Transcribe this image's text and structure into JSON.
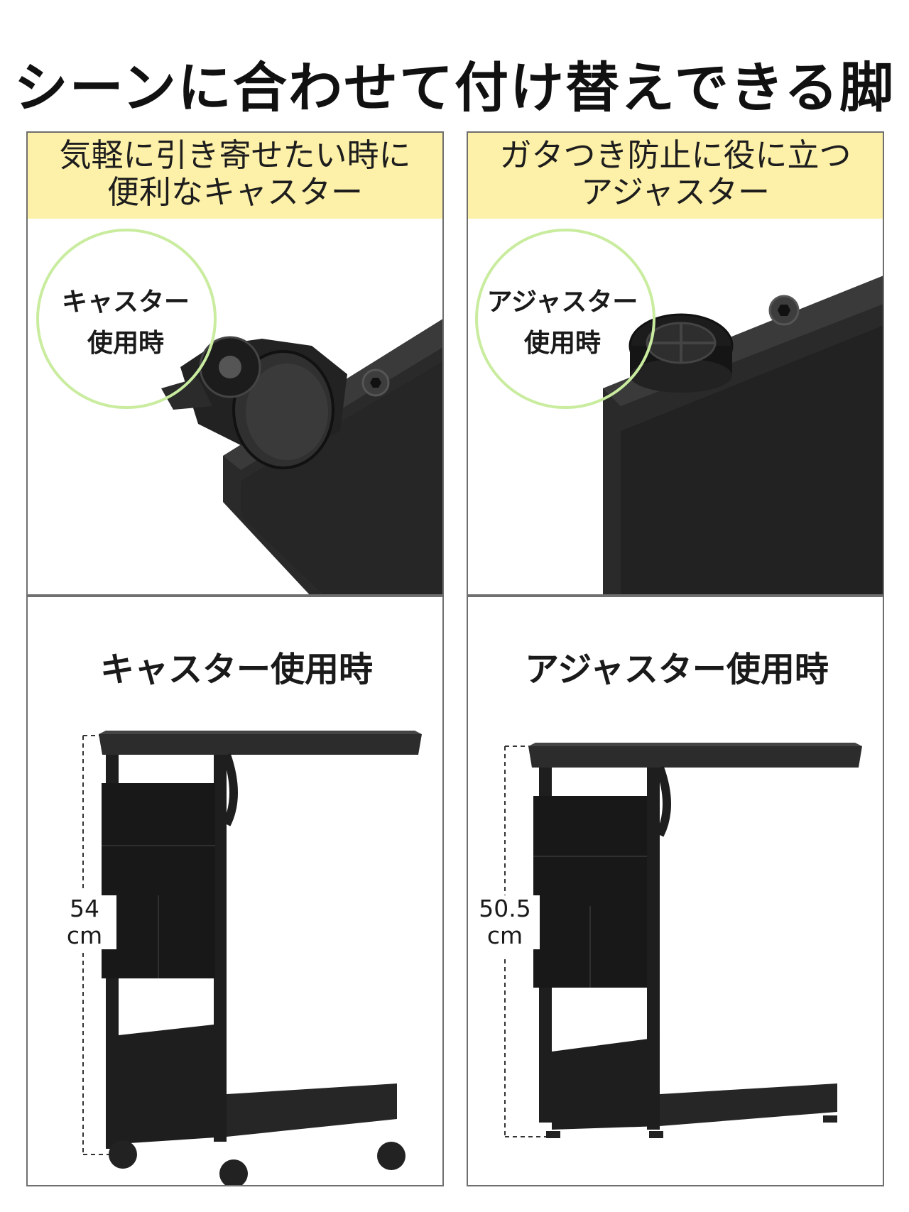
{
  "title": "シーンに合わせて付け替えできる脚",
  "top_left": {
    "caption_line1": "気軽に引き寄せたい時に",
    "caption_line2": "便利なキャスター",
    "circle_line1": "キャスター",
    "circle_line2": "使用時"
  },
  "top_right": {
    "caption_line1": "ガタつき防止に役に立つ",
    "caption_line2": "アジャスター",
    "circle_line1": "アジャスター",
    "circle_line2": "使用時"
  },
  "bottom_left": {
    "heading": "キャスター使用時",
    "height_value": "54",
    "height_unit": "cm"
  },
  "bottom_right": {
    "heading": "アジャスター使用時",
    "height_value": "50.5",
    "height_unit": "cm"
  },
  "colors": {
    "caption_bg": "#fdf0a8",
    "circle_ring": "#c9ec9f",
    "panel_border": "#6f6f6f",
    "product": "#1e1e1e"
  }
}
